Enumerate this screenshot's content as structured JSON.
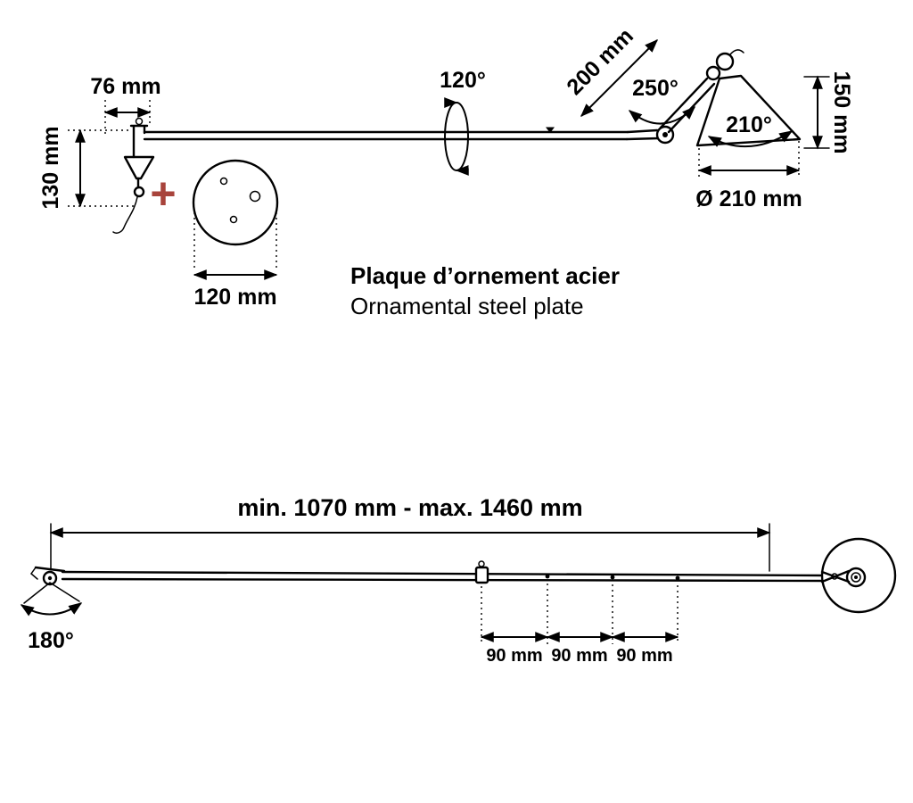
{
  "figure": {
    "background": "#ffffff",
    "line_color": "#000000",
    "accent_red": "#a8443c"
  },
  "top_view": {
    "dim_bracket_width": "76 mm",
    "dim_bracket_height": "130 mm",
    "dim_arm_rotation": "120°",
    "dim_arm_length": "200 mm",
    "dim_elbow_rotation": "250°",
    "dim_shade_rotation": "210°",
    "dim_shade_height": "150 mm",
    "dim_shade_diameter": "Ø 210 mm",
    "plus_sign": "+",
    "plate": {
      "dim_diameter": "120 mm",
      "title_fr": "Plaque d’ornement acier",
      "title_en": "Ornamental steel plate"
    }
  },
  "bottom_view": {
    "dim_total_length": "min. 1070 mm - max. 1460 mm",
    "dim_swivel_angle": "180°",
    "dim_segments": [
      "90 mm",
      "90 mm",
      "90 mm"
    ]
  }
}
